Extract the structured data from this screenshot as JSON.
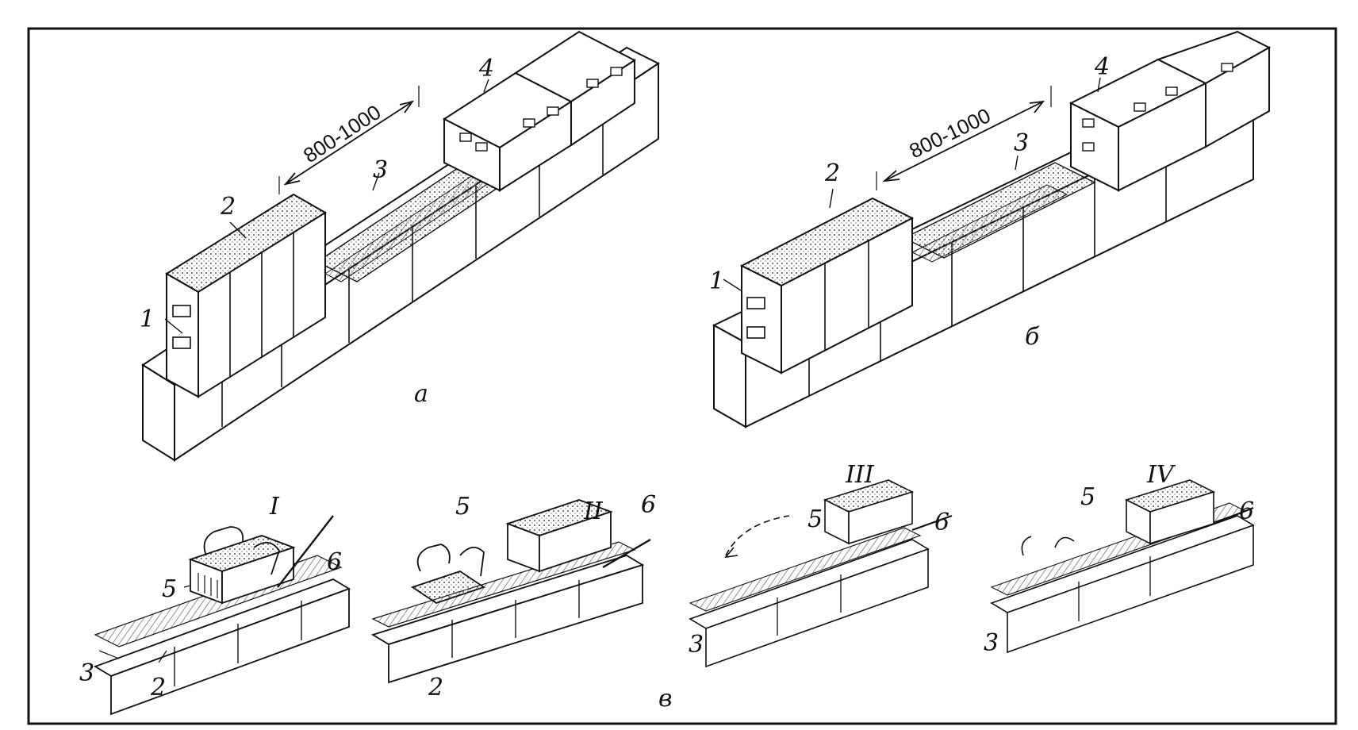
{
  "figure": {
    "ink_color": "#111111",
    "paper_color": "#ffffff",
    "hatch_color": "#777777",
    "panel_a": {
      "panel_letter": "а",
      "dimension": "800-1000",
      "callouts": [
        "1",
        "2",
        "3",
        "4"
      ]
    },
    "panel_b": {
      "panel_letter": "б",
      "dimension": "800-1000",
      "callouts": [
        "1",
        "2",
        "3",
        "4"
      ]
    },
    "panel_c": {
      "panel_letter": "в",
      "steps": [
        {
          "roman": "I",
          "callouts": [
            "5",
            "6",
            "3",
            "2"
          ]
        },
        {
          "roman": "II",
          "callouts": [
            "5",
            "6",
            "2"
          ]
        },
        {
          "roman": "III",
          "callouts": [
            "5",
            "6",
            "3"
          ]
        },
        {
          "roman": "IV",
          "callouts": [
            "5",
            "6",
            "3"
          ]
        }
      ]
    }
  }
}
